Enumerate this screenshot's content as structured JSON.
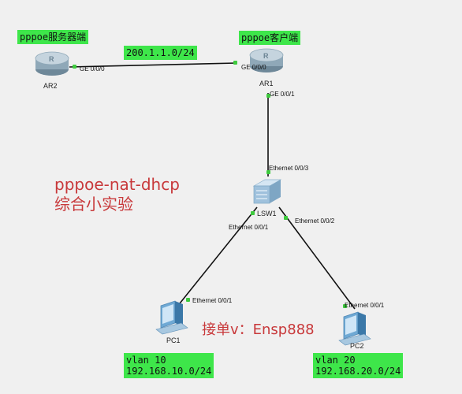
{
  "topology": {
    "server_label": "pppoe服务器端",
    "client_label": "pppoe客户端",
    "link_network": "200.1.1.0/24",
    "title_line1": "pppoe-nat-dhcp",
    "title_line2": "综合小实验",
    "contact": "接单v：Ensp888"
  },
  "devices": {
    "ar2": {
      "name": "AR2",
      "port": "GE 0/0/0"
    },
    "ar1": {
      "name": "AR1",
      "port_left": "GE 0/0/0",
      "port_down": "GE 0/0/1"
    },
    "lsw1": {
      "name": "LSW1",
      "port_up": "Ethernet 0/0/3",
      "port_left": "Ethernet 0/0/1",
      "port_right": "Ethernet 0/0/2"
    },
    "pc1": {
      "name": "PC1",
      "port": "Ethernet 0/0/1",
      "vlan": "vlan 10",
      "network": "192.168.10.0/24"
    },
    "pc2": {
      "name": "PC2",
      "port": "Ethernet 0/0/1",
      "vlan": "vlan 20",
      "network": "192.168.20.0/24"
    }
  },
  "colors": {
    "label_bg": "#3ee64a",
    "accent_red": "#c8383a",
    "link": "#111111",
    "port_dot": "#3ecb3e"
  }
}
